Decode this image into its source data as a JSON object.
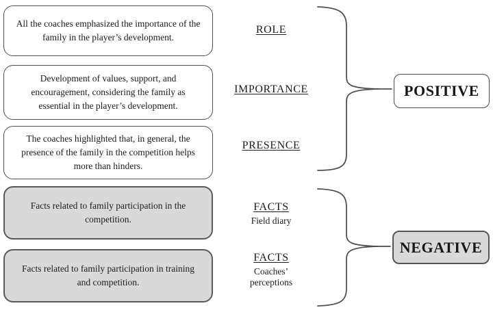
{
  "diagram": {
    "left_boxes": [
      {
        "text": "All the coaches emphasized the importance of the family in the player’s development.",
        "variant": "white"
      },
      {
        "text": "Development of values, support, and encouragement, considering the family as essential in the player’s development.",
        "variant": "white"
      },
      {
        "text": "The coaches highlighted that, in general, the presence of the family in the competition helps more than hinders.",
        "variant": "white"
      },
      {
        "text": "Facts related to family participation in the competition.",
        "variant": "gray"
      },
      {
        "text": "Facts related to family participation in training and competition.",
        "variant": "gray"
      }
    ],
    "categories": [
      {
        "label": "ROLE",
        "sublabel": ""
      },
      {
        "label": "IMPORTANCE",
        "sublabel": ""
      },
      {
        "label": "PRESENCE",
        "sublabel": ""
      },
      {
        "label": "FACTS",
        "sublabel": "Field diary"
      },
      {
        "label": "FACTS",
        "sublabel": "Coaches’ perceptions"
      }
    ],
    "groups": [
      {
        "label": "POSITIVE",
        "variant": "white"
      },
      {
        "label": "NEGATIVE",
        "variant": "gray"
      }
    ],
    "colors": {
      "gray_fill": "#d9d9d9",
      "line": "#4f4f4f",
      "text": "#1c1c1c"
    }
  }
}
